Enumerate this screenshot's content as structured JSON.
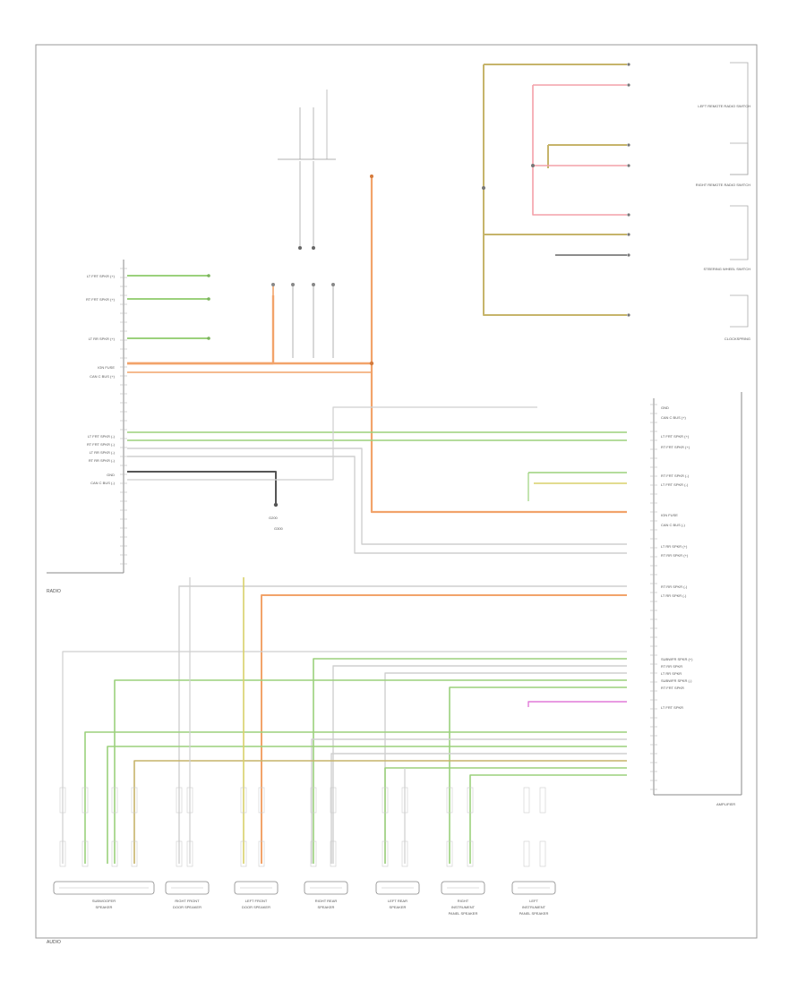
{
  "diagram": {
    "colors": {
      "orange": "#f2a36a",
      "green": "#9bd17c",
      "yellow": "#d8d06a",
      "olive": "#c6b46a",
      "red": "#f3a0a8",
      "magenta": "#e07ad8",
      "grey": "#cfcfcf",
      "dark": "#555555",
      "frame": "#9a9a9a"
    },
    "module_left": {
      "name": "RADIO",
      "pins": [
        {
          "label": "LT FRT SPKR (+)",
          "color": "green"
        },
        {
          "label": "RT FRT SPKR (+)",
          "color": "green"
        },
        {
          "label": "LT RR SPKR (+)",
          "color": "green"
        },
        {
          "label": "IGN FUSE",
          "color": "orange"
        },
        {
          "label": "CAN C BUS (+)",
          "color": "orange"
        },
        {
          "label": "LT FRT SPKR (-)",
          "color": "green"
        },
        {
          "label": "RT FRT SPKR (-)",
          "color": "green"
        },
        {
          "label": "LT RR SPKR (-)",
          "color": "grey"
        },
        {
          "label": "RT RR SPKR (-)",
          "color": "grey"
        },
        {
          "label": "GND",
          "color": "dark"
        },
        {
          "label": "CAN C BUS (-)",
          "color": "grey"
        }
      ]
    },
    "module_right": {
      "name": "AMPLIFIER",
      "pins": [
        "GND",
        "CAN C BUS (+)",
        "LT FRT SPKR (+)",
        "RT FRT SPKR (+)",
        "RT FRT SPKR (-)",
        "LT FRT SPKR (-)",
        "IGN FUSE",
        "CAN C BUS (-)",
        "LT RR SPKR (+)",
        "RT RR SPKR (+)",
        "RT RR SPKR (-)",
        "LT RR SPKR (-)",
        "SUBWFR SPKR (+)",
        "RT RR SPKR",
        "LT RR SPKR",
        "SUBWFR SPKR (-)",
        "RT FRT SPKR",
        "LT FRT SPKR"
      ]
    },
    "speakers": [
      {
        "label": "SUBWOOFER SPEAKER"
      },
      {
        "label": "RIGHT FRONT DOOR SPEAKER"
      },
      {
        "label": "LEFT FRONT DOOR SPEAKER"
      },
      {
        "label": "RIGHT REAR SPEAKER"
      },
      {
        "label": "LEFT REAR SPEAKER"
      },
      {
        "label": "RIGHT INSTRUMENT PANEL SPEAKER"
      },
      {
        "label": "LEFT INSTRUMENT PANEL SPEAKER"
      }
    ],
    "switches": [
      {
        "label": "LEFT REMOTE RADIO SWITCH"
      },
      {
        "label": "RIGHT REMOTE RADIO SWITCH"
      },
      {
        "label": "CLOCKSPRING"
      },
      {
        "label": "STEERING WHEEL SWITCH"
      }
    ],
    "grounds": [
      {
        "label": "G200"
      },
      {
        "label": "G300"
      }
    ],
    "footer": "AUDIO"
  }
}
